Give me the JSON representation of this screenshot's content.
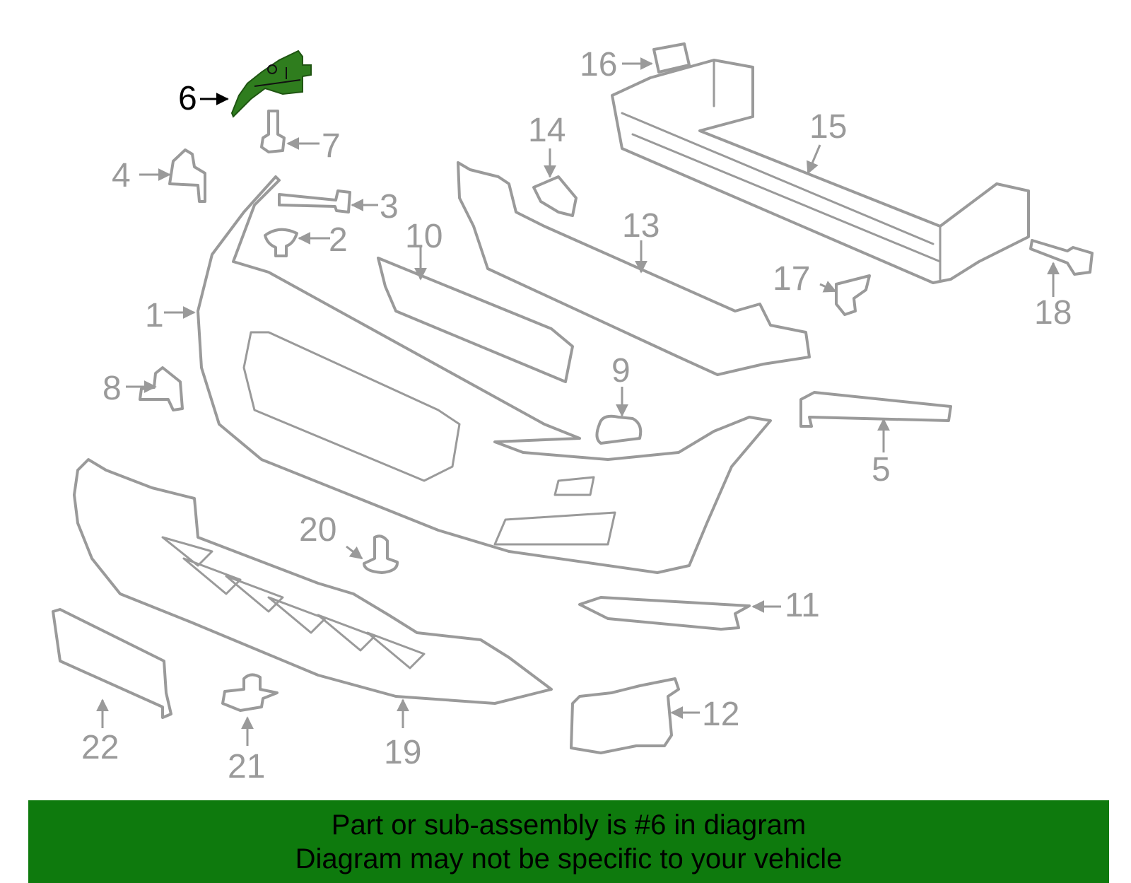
{
  "highlight_color": "#2f7d1e",
  "part_color": "#9a9a9a",
  "banner_color": "#0e7a0d",
  "callouts": [
    "1",
    "2",
    "3",
    "4",
    "5",
    "6",
    "7",
    "8",
    "9",
    "10",
    "11",
    "12",
    "13",
    "14",
    "15",
    "16",
    "17",
    "18",
    "19",
    "20",
    "21",
    "22"
  ],
  "highlighted_callout": "6",
  "banner": {
    "line1": "Part or sub-assembly is #6 in diagram",
    "line2": "Diagram may not be specific to your vehicle"
  }
}
